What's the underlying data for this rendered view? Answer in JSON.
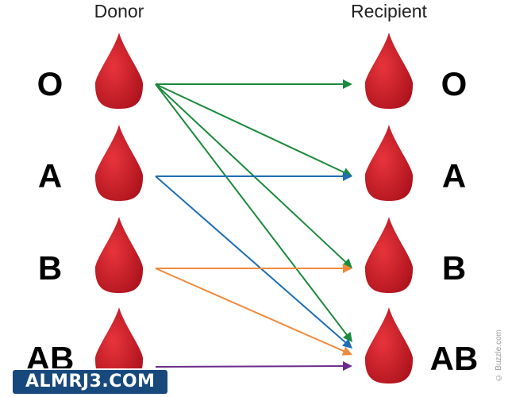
{
  "headers": {
    "donor": "Donor",
    "recipient": "Recipient"
  },
  "donors": [
    "O",
    "A",
    "B",
    "AB"
  ],
  "recipients": [
    "O",
    "A",
    "B",
    "AB"
  ],
  "compatibility": [
    {
      "from": "O",
      "to": "O",
      "color": "#1a8a3c"
    },
    {
      "from": "O",
      "to": "A",
      "color": "#1a8a3c"
    },
    {
      "from": "O",
      "to": "B",
      "color": "#1a8a3c"
    },
    {
      "from": "O",
      "to": "AB",
      "color": "#1a8a3c"
    },
    {
      "from": "A",
      "to": "A",
      "color": "#1f6fb2"
    },
    {
      "from": "A",
      "to": "AB",
      "color": "#1f6fb2"
    },
    {
      "from": "B",
      "to": "B",
      "color": "#f08a3c"
    },
    {
      "from": "B",
      "to": "AB",
      "color": "#f08a3c"
    },
    {
      "from": "AB",
      "to": "AB",
      "color": "#6a2c8c"
    }
  ],
  "colors": {
    "drop_light": "#e8343c",
    "drop_dark": "#a8101a",
    "label": "#000000"
  },
  "credit": "© Buzzle.com",
  "watermark": "ALMRJ3.COM"
}
